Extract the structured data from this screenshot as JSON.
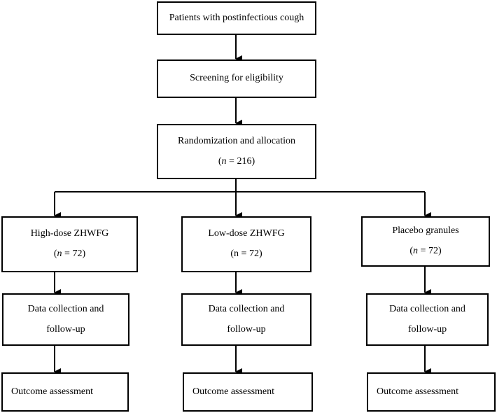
{
  "nodes": {
    "patients": "Patients with postinfectious cough",
    "screening": "Screening for eligibility",
    "randomization": {
      "line1": "Randomization and allocation",
      "n_var": "n",
      "n_rest": " = 216)"
    },
    "arms": [
      {
        "title": "High-dose ZHWFG",
        "n_var": "n",
        "n_rest": " = 72)",
        "n_italic": true
      },
      {
        "title": "Low-dose ZHWFG",
        "n_var": "n",
        "n_rest": " = 72)",
        "n_italic": false
      },
      {
        "title": "Placebo granules",
        "n_var": "n",
        "n_rest": " = 72)",
        "n_italic": true
      }
    ],
    "data_collection": {
      "line1": "Data collection and",
      "line2": "follow-up"
    },
    "outcome": "Outcome assessment"
  }
}
